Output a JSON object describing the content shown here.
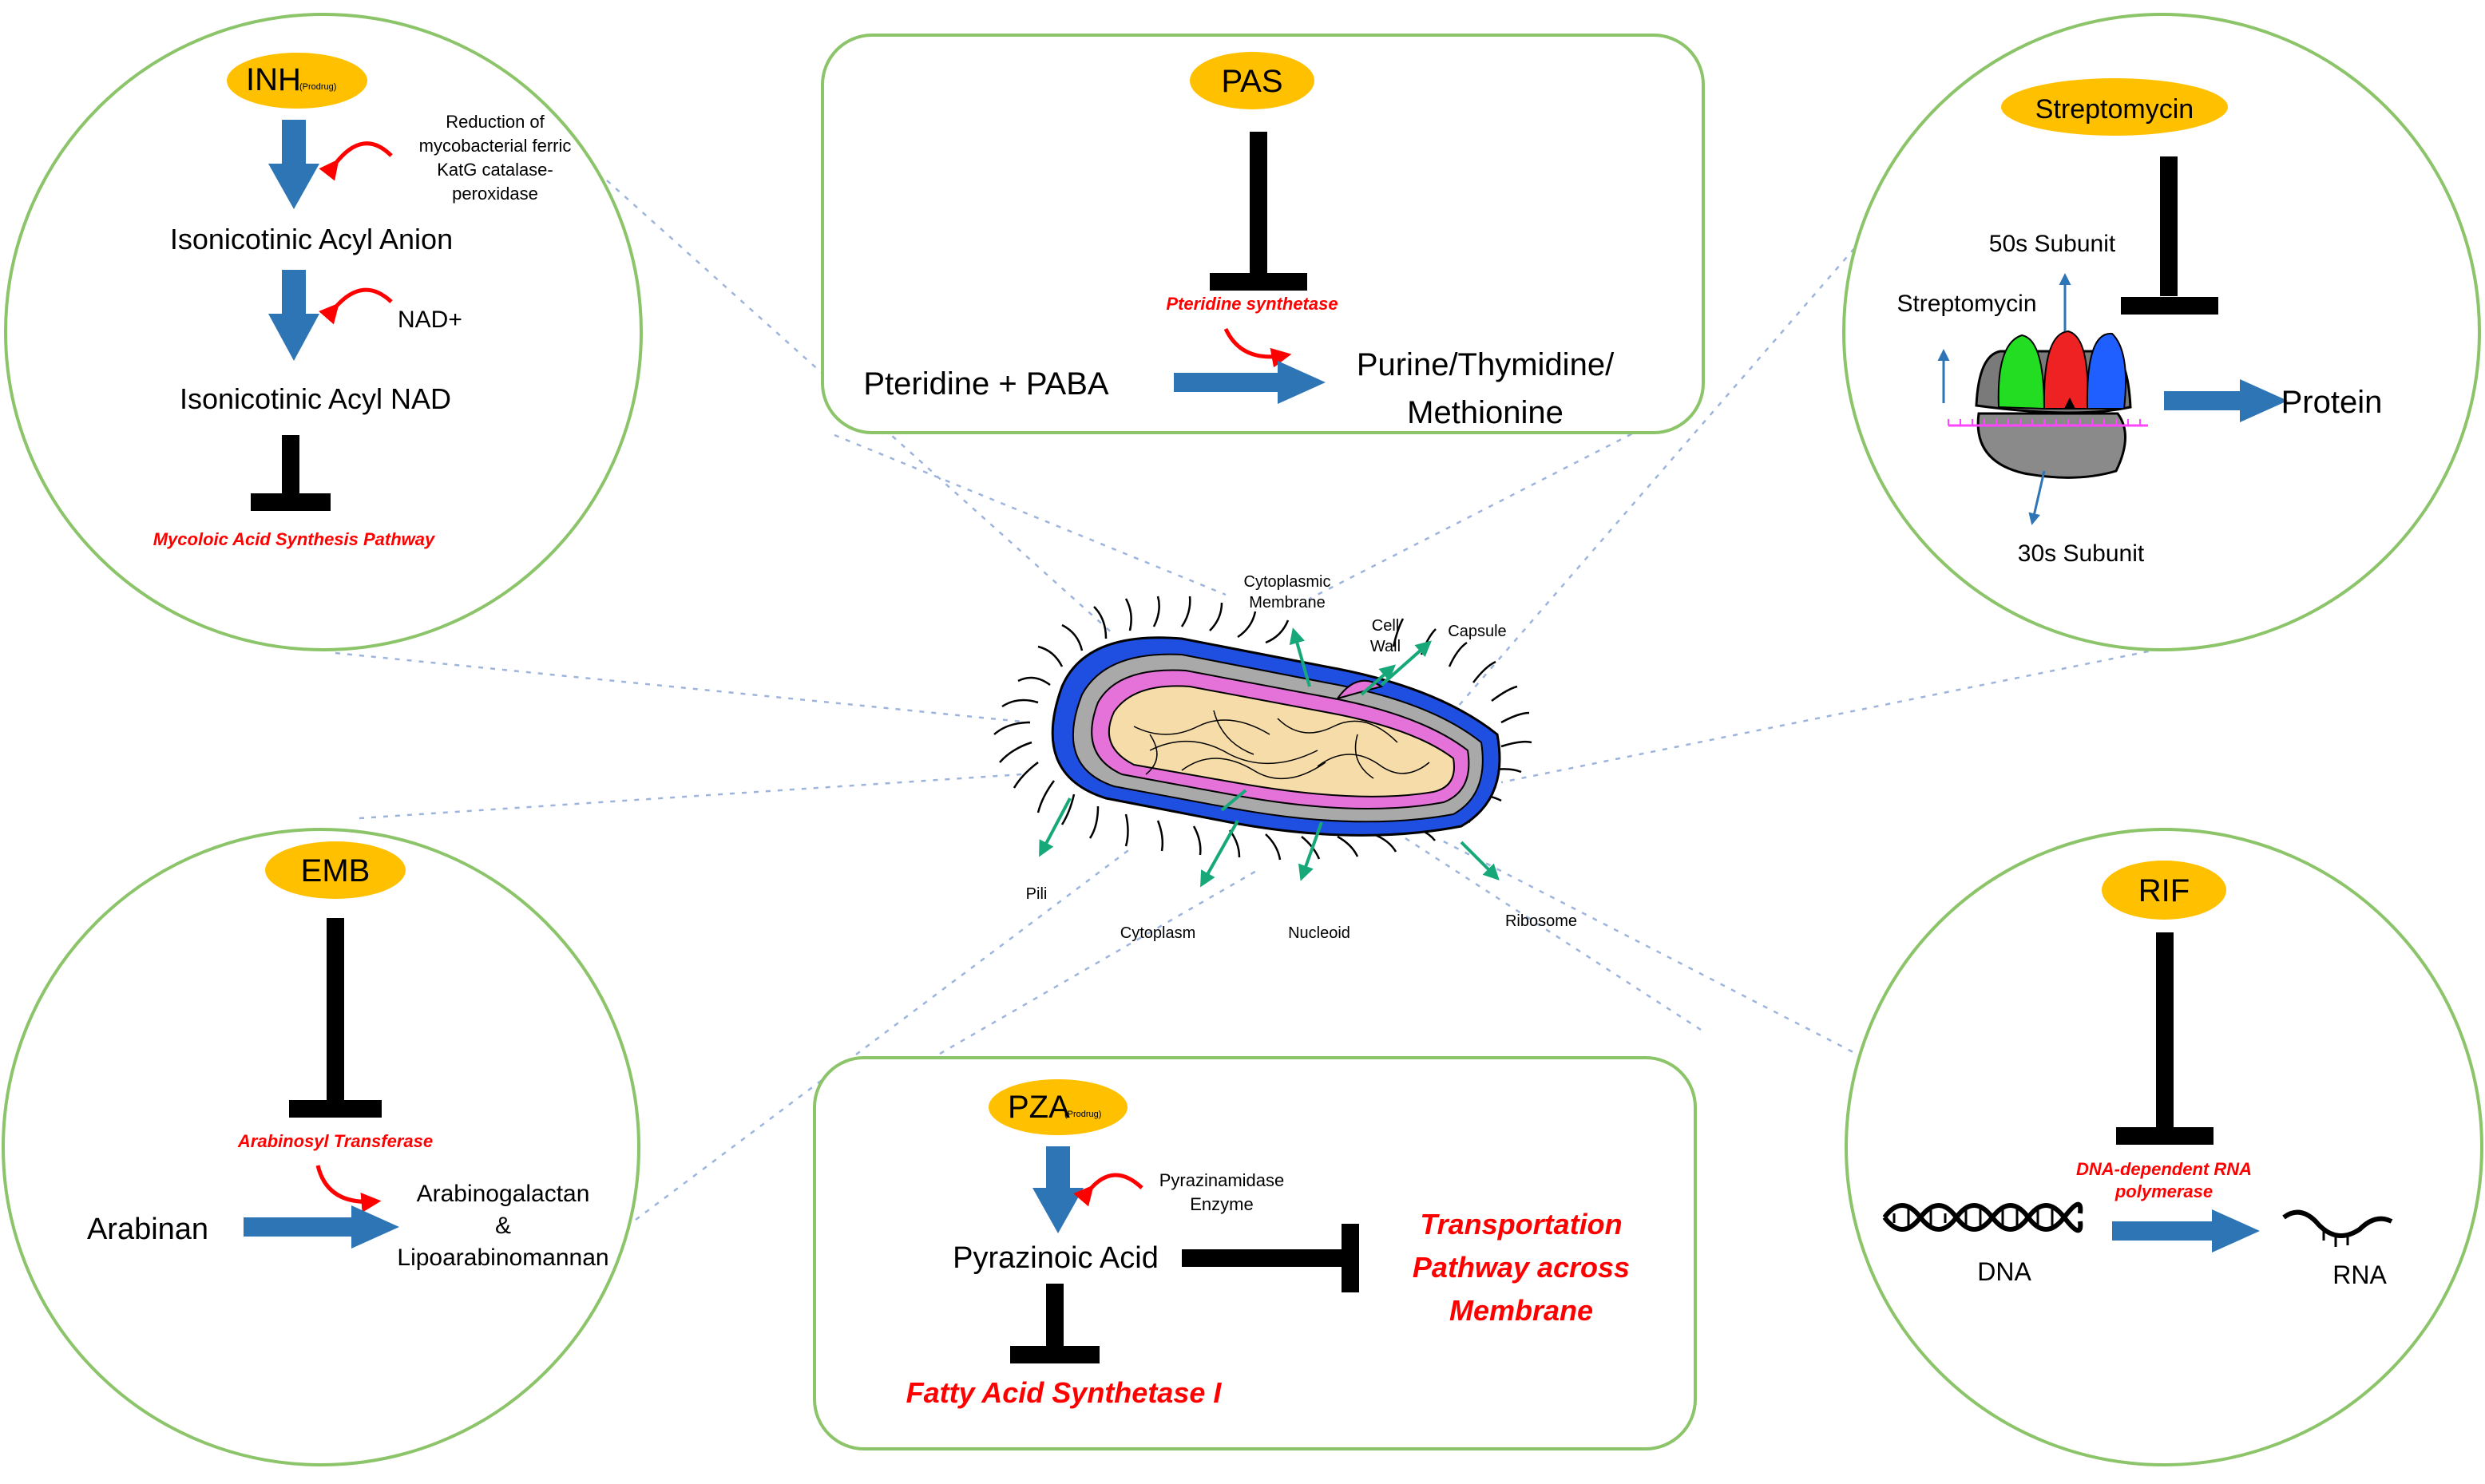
{
  "colors": {
    "panel_border": "#8cc46a",
    "pill": "#ffc000",
    "arrow_blue": "#2e75b6",
    "target_red": "#ff0000",
    "leader_line": "#9db4dc"
  },
  "inh": {
    "drug": "INH",
    "drug_sub": "(Prodrug)",
    "activator_line1": "Reduction of",
    "activator_line2": "mycobacterial ferric",
    "activator_line3": "KatG catalase-",
    "activator_line4": "peroxidase",
    "intermediate": "Isonicotinic Acyl Anion",
    "cofactor": "NAD+",
    "product": "Isonicotinic Acyl NAD",
    "target": "Mycoloic Acid Synthesis Pathway"
  },
  "pas": {
    "drug": "PAS",
    "target": "Pteridine synthetase",
    "substrate": "Pteridine + PABA",
    "product_line1": "Purine/Thymidine/",
    "product_line2": "Methionine"
  },
  "strep": {
    "drug": "Streptomycin",
    "large_subunit": "50s Subunit",
    "binding_label": "Streptomycin",
    "small_subunit": "30s Subunit",
    "product": "Protein"
  },
  "emb": {
    "drug": "EMB",
    "target": "Arabinosyl Transferase",
    "substrate": "Arabinan",
    "product_line1": "Arabinogalactan",
    "product_line2": "&",
    "product_line3": "Lipoarabinomannan"
  },
  "pza": {
    "drug": "PZA",
    "drug_sub": "(Prodrug)",
    "enzyme_line1": "Pyrazinamidase",
    "enzyme_line2": "Enzyme",
    "active_form": "Pyrazinoic Acid",
    "target1": "Fatty Acid Synthetase I",
    "target2_line1": "Transportation",
    "target2_line2": "Pathway across",
    "target2_line3": "Membrane"
  },
  "rif": {
    "drug": "RIF",
    "target_line1": "DNA-dependent RNA",
    "target_line2": "polymerase",
    "substrate": "DNA",
    "product": "RNA"
  },
  "bacterium": {
    "cytoplasmic_membrane_line1": "Cytoplasmic",
    "cytoplasmic_membrane_line2": "Membrane",
    "cell_wall_line1": "Cell",
    "cell_wall_line2": "Wall",
    "capsule": "Capsule",
    "pili": "Pili",
    "cytoplasm": "Cytoplasm",
    "nucleoid": "Nucleoid",
    "ribosome": "Ribosome"
  }
}
